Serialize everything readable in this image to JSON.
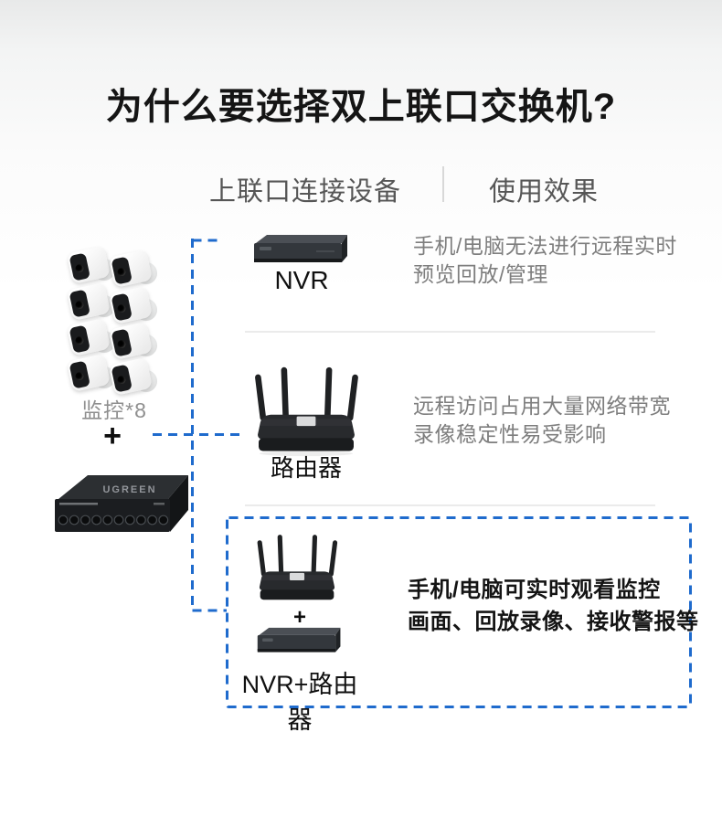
{
  "title": "为什么要选择双上联口交换机?",
  "table": {
    "col1_header": "上联口连接设备",
    "col2_header": "使用效果"
  },
  "source": {
    "cameras_label": "监控*8",
    "plus": "+",
    "switch_brand": "UGREEN"
  },
  "rows": [
    {
      "device": "NVR",
      "effect": [
        "手机/电脑无法进行远程实时",
        "预览回放/管理"
      ]
    },
    {
      "device": "路由器",
      "effect": [
        "远程访问占用大量网络带宽",
        "录像稳定性易受影响"
      ]
    },
    {
      "device": "NVR+路由器",
      "plus": "+",
      "effect": [
        "手机/电脑可实时观看监控",
        "画面、回放录像、接收警报等"
      ]
    }
  ],
  "colors": {
    "accent_blue": "#1f6bcd",
    "muted_text": "#7e7e7e",
    "header_text": "#565656",
    "dark_text": "#141414"
  }
}
